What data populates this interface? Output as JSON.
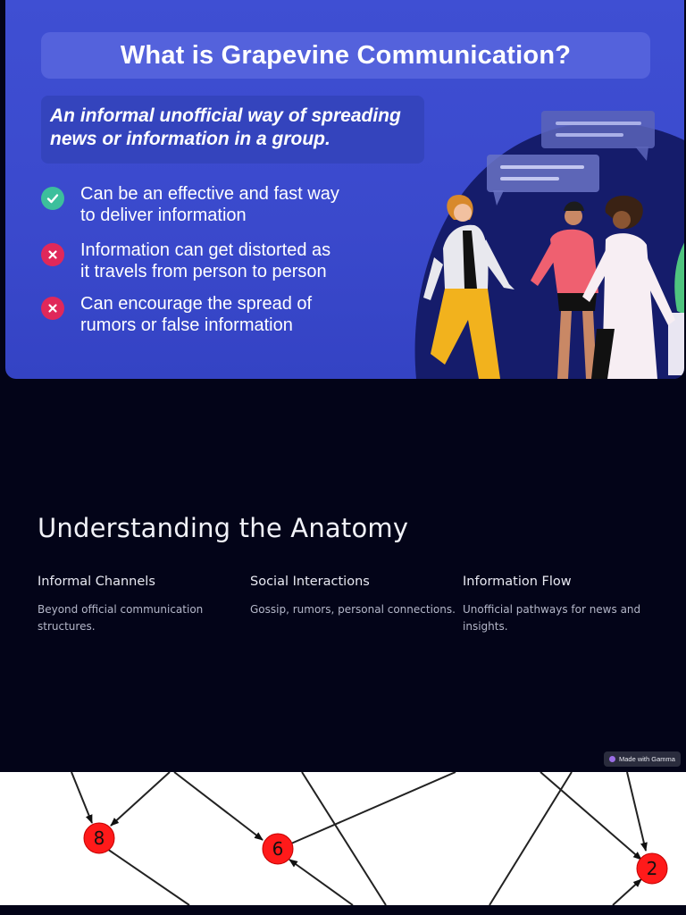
{
  "slide": {
    "title": "What is Grapevine Communication?",
    "definition_line1": "An informal unofficial way of spreading",
    "definition_line2": "news or information in a group.",
    "points": [
      {
        "type": "check",
        "line1": "Can be an effective and fast way",
        "line2": "to deliver information"
      },
      {
        "type": "cross",
        "line1": "Information can get distorted as",
        "line2": "it travels from person to person"
      },
      {
        "type": "cross",
        "line1": "Can encourage the spread of",
        "line2": "rumors or false information"
      }
    ],
    "colors": {
      "background": "#3f4fd3",
      "title_box": "#5462dc",
      "check": "#3cbf9c",
      "cross": "#e0285a"
    }
  },
  "anatomy": {
    "title": "Understanding the Anatomy",
    "columns": [
      {
        "heading": "Informal Channels",
        "desc": "Beyond official communication structures."
      },
      {
        "heading": "Social Interactions",
        "desc": "Gossip, rumors, personal connections."
      },
      {
        "heading": "Information Flow",
        "desc": "Unofficial pathways for news and insights."
      }
    ]
  },
  "badge": {
    "label": "Made with Gamma"
  },
  "graph": {
    "nodes": [
      {
        "id": "8",
        "label": "8"
      },
      {
        "id": "6",
        "label": "6"
      },
      {
        "id": "2",
        "label": "2"
      }
    ],
    "node_color": "#ff1a1a"
  }
}
